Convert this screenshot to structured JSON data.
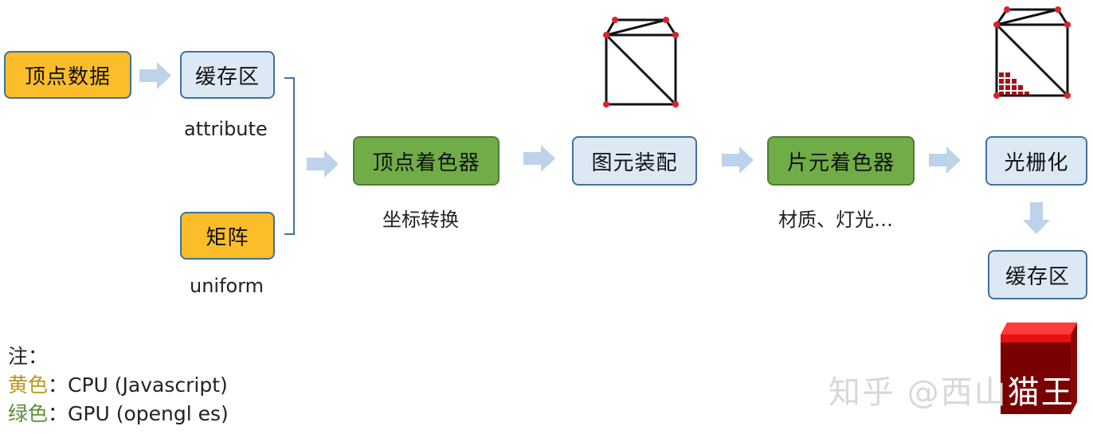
{
  "nodes": {
    "vertex_data": "顶点数据",
    "buffer_top": "缓存区",
    "matrix": "矩阵",
    "vertex_shader": "顶点着色器",
    "primitive_assembly": "图元装配",
    "fragment_shader": "片元着色器",
    "rasterize": "光栅化",
    "buffer_bottom": "缓存区"
  },
  "captions": {
    "attribute": "attribute",
    "uniform": "uniform",
    "coord_transform": "坐标转换",
    "material_light": "材质、灯光…"
  },
  "notes": {
    "title": "注：",
    "yellow_key": "黄色",
    "yellow_desc": "：CPU (Javascript)",
    "green_key": "绿色",
    "green_desc": "：GPU (opengl es)"
  },
  "watermark": {
    "text": "知乎 @西山",
    "text_on_cube": "猫王"
  },
  "colors": {
    "cpu_yellow": "#fbbd2a",
    "gpu_green": "#70ad47",
    "buffer_blue": "#dde8f5",
    "arrow": "#bcd3ea",
    "vertex_dot": "#e0202a",
    "cube_red": "#e81010"
  }
}
